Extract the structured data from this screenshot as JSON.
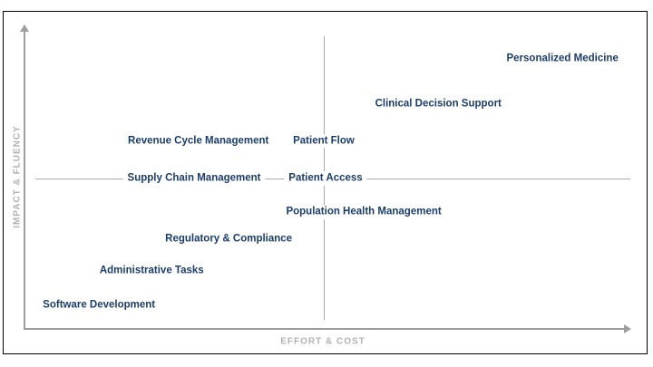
{
  "chart_data": {
    "type": "scatter",
    "title": "",
    "xlabel": "EFFORT & COST",
    "ylabel": "IMPACT & FLUENCY",
    "x_range": [
      0,
      100
    ],
    "y_range": [
      0,
      100
    ],
    "grid": false,
    "legend": "none",
    "quadrant_midlines": {
      "x": 49.4,
      "y": 49.8
    },
    "points": [
      {
        "label": "Personalized Medicine",
        "effort": 88.8,
        "impact": 89.5
      },
      {
        "label": "Clinical Decision Support",
        "effort": 68.3,
        "impact": 74.5
      },
      {
        "label": "Revenue Cycle Management",
        "effort": 28.7,
        "impact": 62.2
      },
      {
        "label": "Patient Flow",
        "effort": 49.4,
        "impact": 62.2
      },
      {
        "label": "Supply Chain Management",
        "effort": 28.0,
        "impact": 49.8
      },
      {
        "label": "Patient Access",
        "effort": 49.7,
        "impact": 49.8
      },
      {
        "label": "Population Health Management",
        "effort": 56.0,
        "impact": 38.7
      },
      {
        "label": "Regulatory & Compliance",
        "effort": 33.7,
        "impact": 29.7
      },
      {
        "label": "Administrative Tasks",
        "effort": 21.0,
        "impact": 19.2
      },
      {
        "label": "Software Development",
        "effort": 12.3,
        "impact": 7.8
      }
    ]
  },
  "colors": {
    "point_text": "#1b3d6d",
    "axis_line": "#9e9e9e",
    "midline": "#a8a8a8",
    "axis_label_text": "#b2b2b2",
    "border": "#000000",
    "background": "#ffffff"
  }
}
